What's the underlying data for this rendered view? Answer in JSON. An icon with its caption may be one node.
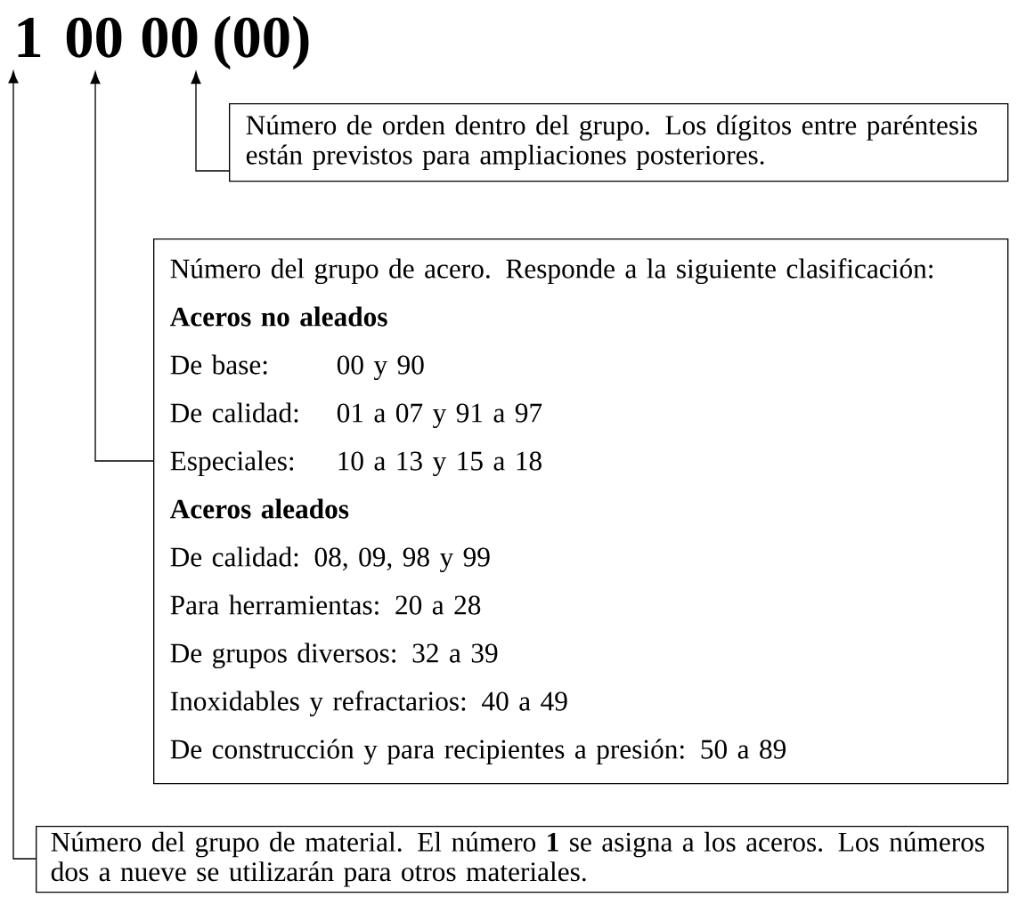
{
  "diagram": {
    "nodes": [
      {
        "text": [
          "1"
        ]
      },
      {
        "text": [
          "00"
        ]
      },
      {
        "text": [
          "00"
        ]
      },
      {
        "text": [
          "(00)"
        ]
      },
      {
        "text": [
          "Número de orden dentro del grupo. Los dígitos entre paréntesis están previstos para ampliaciones posteriores."
        ]
      },
      {
        "text": [
          "Número del grupo de acero. Responde a la siguiente clasificación:",
          "Aceros no aleados",
          "De base:",
          "00 y 90",
          "De calidad:",
          "01 a 07 y 91 a 97",
          "Especiales:",
          "10 a 13 y 15 a 18",
          "Aceros aleados",
          "De calidad: 08, 09, 98 y 99",
          "Para herramientas: 20 a 28",
          "De grupos diversos: 32 a 39",
          "Inoxidables y refractarios: 40 a 49",
          "De construcción y para recipientes a presión: 50 a 89"
        ]
      },
      {
        "text": [
          "Número del grupo de material. El número **1** se asigna a los aceros. Los números dos a nueve se utilizarán para otros materiales."
        ]
      }
    ],
    "edges": [
      {
        "from": 4,
        "to": 2,
        "arrow": "to"
      },
      {
        "from": 5,
        "to": 1,
        "arrow": "to"
      },
      {
        "from": 6,
        "to": 0,
        "arrow": "to"
      }
    ]
  }
}
